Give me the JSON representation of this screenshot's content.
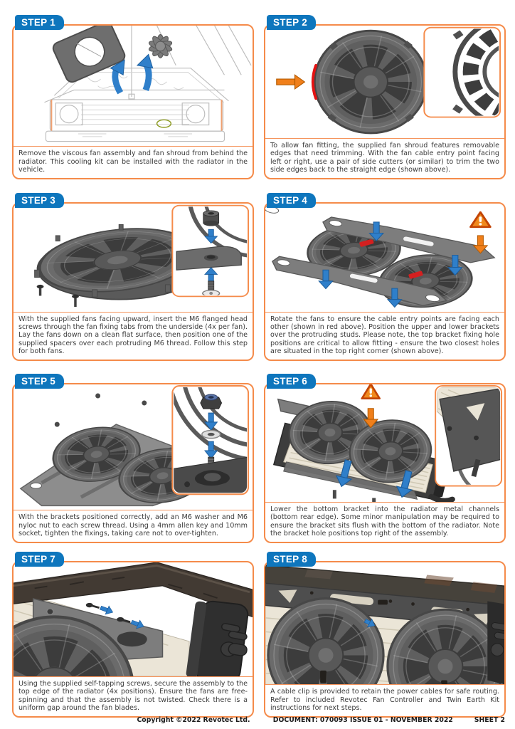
{
  "colors": {
    "step_tab_blue": "#0e76bd",
    "panel_border_orange": "#f58b4a",
    "arrow_blue": "#2f7fca",
    "arrow_orange": "#f07f1a",
    "warning_orange": "#f08a1d",
    "highlight_red": "#e31212",
    "caption_text": "#3b3b3b"
  },
  "steps": [
    {
      "label": "STEP 1",
      "caption": "Remove the viscous fan assembly and fan shroud from behind the radiator. This cooling kit can be installed with the radiator in the vehicle."
    },
    {
      "label": "STEP 2",
      "caption": "To allow fan fitting, the supplied fan shroud features removable edges that need trimming. With the fan cable entry point facing left or right, use a pair of side cutters (or similar) to trim the two side edges back to the straight edge (shown above)."
    },
    {
      "label": "STEP 3",
      "caption": "With the supplied fans facing upward, insert the M6 flanged head screws through the fan fixing tabs from the underside (4x per fan). Lay the fans down on a clean flat surface,  then position one of the supplied spacers over each protruding M6 thread. Follow this step for both fans."
    },
    {
      "label": "STEP 4",
      "caption": "Rotate the fans to ensure the cable entry points are facing each other (shown in red above). Position the upper and lower brackets over the protruding studs. Please note, the top bracket fixing hole positions are critical to allow fitting - ensure the two closest holes are situated in the top right corner (shown above)."
    },
    {
      "label": "STEP 5",
      "caption": "With the brackets positioned correctly, add an M6 washer and M6 nyloc nut to each screw thread. Using a 4mm allen key and 10mm socket, tighten the fixings, taking care not to over-tighten."
    },
    {
      "label": "STEP 6",
      "caption": "Lower the bottom bracket into the radiator metal channels (bottom rear edge). Some minor manipulation may be required to ensure the bracket sits flush with the bottom of the radiator. Note the bracket hole positions top right of the assembly."
    },
    {
      "label": "STEP 7",
      "caption": "Using the supplied self-tapping screws, secure the assembly to the top edge of the radiator (4x positions). Ensure the fans are free-spinning and that the assembly is not twisted. Check there is a uniform gap around the fan blades."
    },
    {
      "label": "STEP 8",
      "caption": "A cable clip is provided to retain the power cables for safe routing. Refer to included Revotec Fan Controller and Twin Earth Kit instructions for next steps."
    }
  ],
  "footer": {
    "copyright": "Copyright ©2022 Revotec Ltd.",
    "document": "DOCUMENT: 070093 ISSUE 01 - NOVEMBER 2022",
    "sheet": "SHEET 2"
  }
}
